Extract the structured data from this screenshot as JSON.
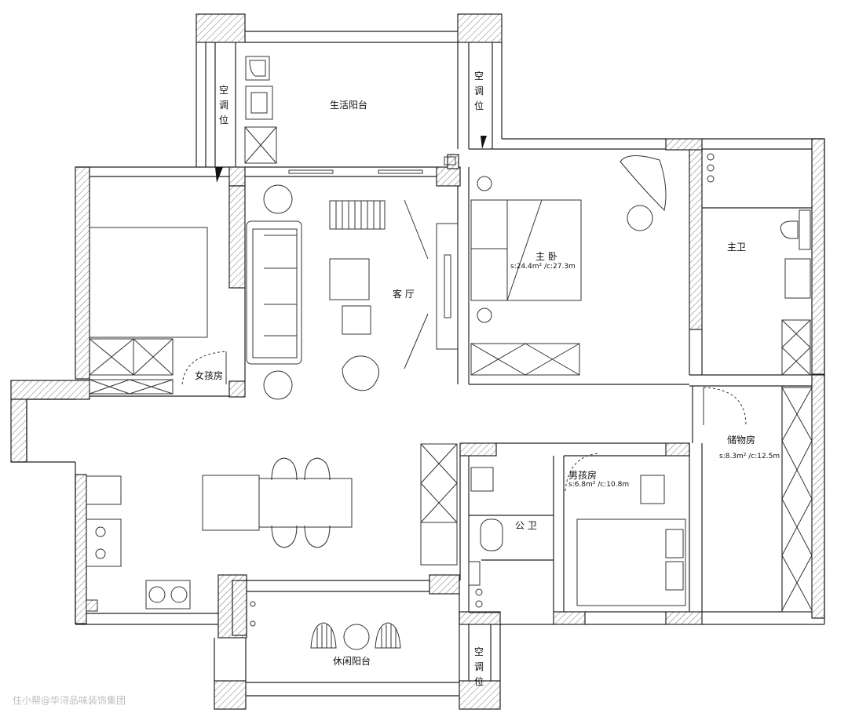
{
  "rooms": {
    "living_balcony": "生活阳台",
    "living_room": "客 厅",
    "master_bedroom": "主 卧",
    "master_bedroom_area": "s:24.4m² /c:27.3m",
    "master_bath": "主卫",
    "girls_room": "女孩房",
    "storage_room": "储物房",
    "storage_area": "s:8.3m² /c:12.5m",
    "boys_room": "男孩房",
    "boys_room_area": "s:6.8m² /c:10.8m",
    "public_bath": "公 卫",
    "leisure_balcony": "休闲阳台"
  },
  "ac_positions": {
    "top_left": "空调位",
    "top_right": "空调位",
    "bottom": "空调位"
  },
  "watermark": "住小帮@华浔品味装饰集团"
}
